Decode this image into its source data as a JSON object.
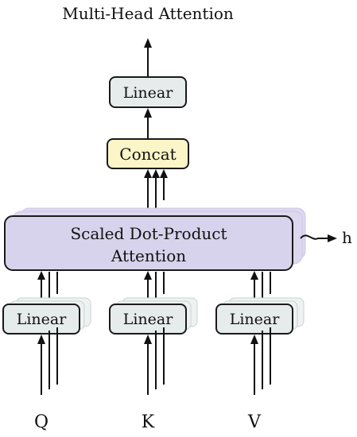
{
  "title": "Multi-Head Attention",
  "output_linear": {
    "label": "Linear"
  },
  "concat": {
    "label": "Concat"
  },
  "attention": {
    "line1": "Scaled Dot-Product",
    "line2": "Attention"
  },
  "heads_label": "h",
  "input_linears": [
    {
      "label": "Linear"
    },
    {
      "label": "Linear"
    },
    {
      "label": "Linear"
    }
  ],
  "inputs": [
    "Q",
    "K",
    "V"
  ],
  "colors": {
    "linear_fill": "#e6ecec",
    "concat_fill": "#fbf5c8",
    "attention_fill": "#d8d3ec",
    "stroke": "#1a1a1a"
  }
}
